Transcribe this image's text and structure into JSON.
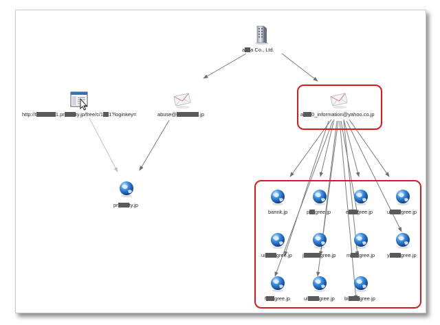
{
  "nodes": {
    "company": {
      "label": "a▇▇a Co., Ltd.",
      "icon": "building-icon"
    },
    "webpage": {
      "label": "http://t▇▇▇▇▇▇▇1.pr▇▇▇▇ty.jp/free/c/1▇▇1?loginkey=",
      "icon": "webpage-cursor-icon"
    },
    "abuse": {
      "label": "abuse@▇▇▇▇▇▇▇▇.jp",
      "icon": "envelope-icon"
    },
    "info": {
      "label": "a▇▇▇0_information@yahoo.co.jp",
      "icon": "envelope-icon"
    },
    "prty": {
      "label": "pr▇▇▇▇ty.jp",
      "icon": "globe-icon"
    },
    "domains": [
      {
        "label": "bannk.jp"
      },
      {
        "label": "p▇▇gree.jp"
      },
      {
        "label": "e▇▇▇gree.jp"
      },
      {
        "label": "u▇▇▇▇gree.jp"
      },
      {
        "label": "ui▇▇▇▇gree.jp"
      },
      {
        "label": "j▇▇▇▇▇▇gree.jp"
      },
      {
        "label": "m▇▇▇gree.jp"
      },
      {
        "label": "y▇▇▇▇gree.jp"
      },
      {
        "label": "f▇▇▇gree.jp"
      },
      {
        "label": "ul▇▇▇▇gree.jp"
      },
      {
        "label": "bi▇▇▇▇gree.jp"
      }
    ]
  },
  "colors": {
    "highlight": "#d81a1a",
    "edge": "#7a7a7a",
    "edge_light": "#c4c4c4",
    "redaction": "#5a5a5a"
  }
}
